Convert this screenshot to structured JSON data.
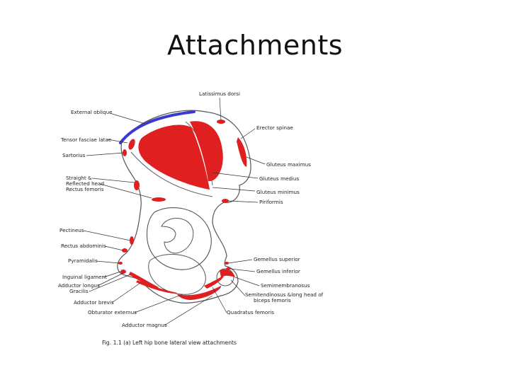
{
  "slide": {
    "title": "Attachments"
  },
  "figure": {
    "caption": "Fig. 1.1 (a) Left hip bone lateral view attachments",
    "colors": {
      "muscle": "#e02020",
      "aponeurosis": "#3a3ad0",
      "outline": "#555555"
    },
    "labels": {
      "latissimus_dorsi": "Latissimus dorsi",
      "external_oblique": "External oblique",
      "erector_spinae": "Erector spinae",
      "tensor_fasciae_latae": "Tensor fasciae latae",
      "sartorius": "Sartorius",
      "gluteus_maximus": "Gluteus maximus",
      "straight_reflected": "Straight &",
      "reflected_head": "Reflected head",
      "rectus_femoris": "Rectus femoris",
      "gluteus_medius": "Gluteus medius",
      "gluteus_minimus": "Gluteus minimus",
      "piriformis": "Piriformis",
      "pectineus": "Pectineus",
      "rectus_abdominis": "Rectus abdominis",
      "pyramidalis": "Pyramidalis",
      "gemellus_superior": "Gemellus superior",
      "gemellus_inferior": "Gemellus inferior",
      "inguinal_ligament": "Inguinal ligament",
      "adductor_longus": "Adductor longus",
      "gracilis": "Gracilis",
      "semimembranosus": "Semimembranosus",
      "semitendinosus_1": "Semitendinosus &long head of",
      "semitendinosus_2": "biceps femoris",
      "adductor_brevis": "Adductor brevis",
      "obturator_externus": "Obturator externus",
      "quadratus_femoris": "Quadratus femoris",
      "adductor_magnus": "Adductor magnus"
    }
  }
}
